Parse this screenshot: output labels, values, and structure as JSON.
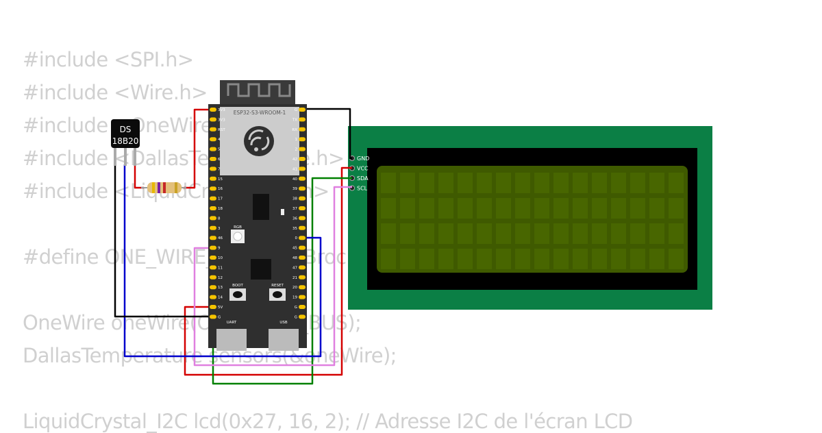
{
  "code_lines": [
    "#include <SPI.h>",
    "#include <Wire.h>",
    "#include <OneWire.h>",
    "#include <DallasTemperature.h>",
    "#include <LiquidCrystal_I2C.h>",
    "#define ONE_WIRE_BUS 4  // Broche",
    "OneWire oneWire(ONE_WIRE_BUS);",
    "DallasTemperature sensors(&oneWire);",
    "LiquidCrystal_I2C lcd(0x27, 16, 2); // Adresse I2C de l'écran LCD"
  ],
  "sensor": {
    "line1": "DS",
    "line2": "18B20"
  },
  "esp32": {
    "module_label": "ESP32-S3-WROOM-1",
    "rgb_label": "RGB",
    "boot_label": "BOOT",
    "reset_label": "RESET",
    "uart_label": "UART",
    "usb_label": "USB",
    "left_pins": [
      "3V3",
      "3V3",
      "RST",
      "4",
      "5",
      "6",
      "7",
      "15",
      "16",
      "17",
      "18",
      "8",
      "3",
      "46",
      "9",
      "10",
      "11",
      "12",
      "13",
      "14",
      "5V",
      "G"
    ],
    "right_pins": [
      "G",
      "TX",
      "RX",
      "1",
      "2",
      "42",
      "41",
      "40",
      "39",
      "38",
      "37",
      "36",
      "35",
      "0",
      "45",
      "48",
      "47",
      "21",
      "20",
      "19",
      "G",
      "G"
    ]
  },
  "lcd": {
    "pins": [
      "GND",
      "VCC",
      "SDA",
      "SCL"
    ],
    "cols": 16,
    "rows": 4
  },
  "colors": {
    "board": "#2f2f2f",
    "pin": "#f5c400",
    "lcd_pcb": "#0b7f45",
    "lcd_screen": "#3f5a00",
    "wire_red": "#d40000",
    "wire_black": "#000000",
    "wire_blue": "#0000cc",
    "wire_green": "#008000",
    "wire_pink": "#e080e0"
  }
}
